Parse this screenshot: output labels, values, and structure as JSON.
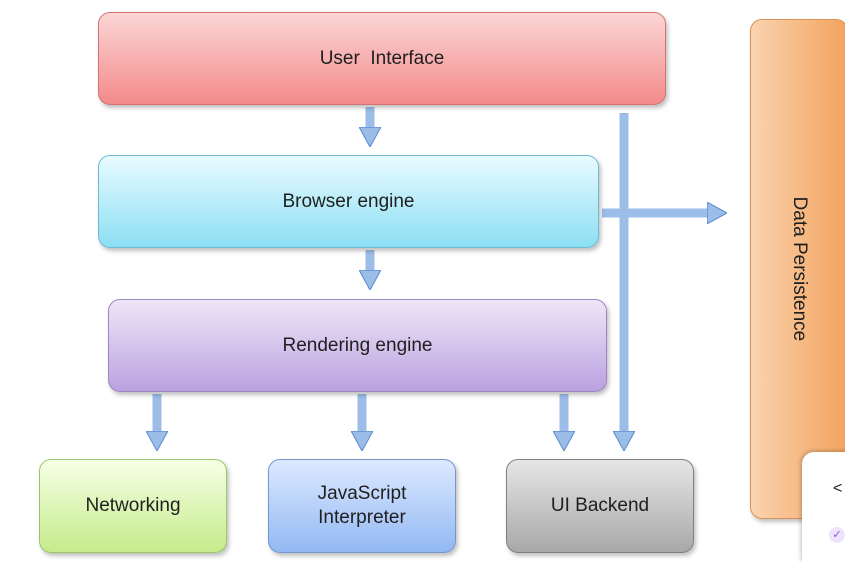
{
  "components": {
    "user_interface": "User  Interface",
    "browser_engine": "Browser engine",
    "rendering_engine": "Rendering engine",
    "networking": "Networking",
    "javascript_interpreter": [
      "JavaScript",
      "Interpreter"
    ],
    "ui_backend": "UI Backend",
    "data_persistence": "Data Persistence"
  },
  "overlay": {
    "char": "<",
    "check_icon": "check-icon"
  },
  "colors": {
    "user_interface": "#f48a8a",
    "browser_engine": "#8bdff3",
    "rendering_engine": "#bba1e0",
    "networking": "#c6ec8b",
    "javascript_interpreter": "#92b9f3",
    "ui_backend": "#a8a8a8",
    "data_persistence": "#f3a35e",
    "arrow": "#9bbde8"
  }
}
